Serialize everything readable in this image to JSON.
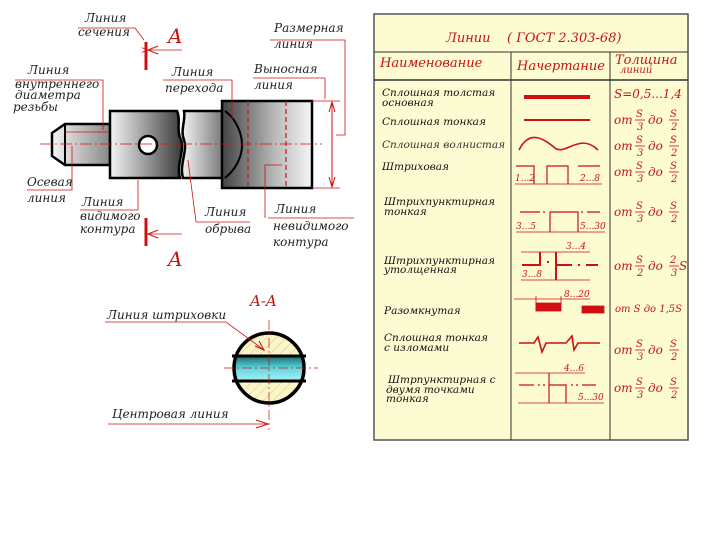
{
  "drawing": {
    "section_line": [
      "Линия",
      "сечения"
    ],
    "section_letter_top": "A",
    "section_letter_bottom": "A",
    "dimension_line": [
      "Размерная",
      "линия"
    ],
    "thread_line": [
      "Линия",
      "внутреннего",
      "диаметра",
      "резьбы"
    ],
    "transition_line": [
      "Линия",
      "перехода"
    ],
    "extension_line": [
      "Выносная",
      "линия"
    ],
    "axis_line": [
      "Осевая",
      "линия"
    ],
    "visible_contour": [
      "Линия",
      "видимого",
      "контура"
    ],
    "break_line": [
      "Линия",
      "обрыва"
    ],
    "hidden_contour": [
      "Линия",
      "невидимого",
      "контура"
    ],
    "section_title": "A-A",
    "hatch_line": "Линия штриховки",
    "center_line": "Центровая линия"
  },
  "table": {
    "title": "Линии    ( ГОСТ 2.303-68)",
    "headers": [
      "Наименование",
      "Начертание",
      [
        "Толщина",
        "линии"
      ]
    ],
    "rows": [
      {
        "name": [
          "Сплошная толстая",
          "основная"
        ],
        "thickness": {
          "text": "S=0,5...1,4"
        }
      },
      {
        "name": [
          "Сплошная тонкая"
        ],
        "thickness": {
          "a": "от",
          "n1": "S",
          "d1": "3",
          "b": "до",
          "n2": "S",
          "d2": "2"
        }
      },
      {
        "name": [
          "Сплошная волнистая"
        ],
        "thickness": {
          "a": "от",
          "n1": "S",
          "d1": "3",
          "b": "до",
          "n2": "S",
          "d2": "2"
        }
      },
      {
        "name": [
          "Штриховая"
        ],
        "dims": [
          "1...2",
          "2...8"
        ],
        "thickness": {
          "a": "от",
          "n1": "S",
          "d1": "3",
          "b": "до",
          "n2": "S",
          "d2": "2"
        }
      },
      {
        "name": [
          "Штрихпунктирная",
          "тонкая"
        ],
        "dims": [
          "3...5",
          "5...30"
        ],
        "thickness": {
          "a": "от",
          "n1": "S",
          "d1": "3",
          "b": "до",
          "n2": "S",
          "d2": "2"
        }
      },
      {
        "name": [
          "Штрихпунктирная",
          "утолщенная"
        ],
        "dims": [
          "3...4",
          "3...8"
        ],
        "thickness": {
          "a": "от",
          "n1": "S",
          "d1": "2",
          "b": "до",
          "n2": "2",
          "d2": "3",
          "suffix": "S"
        }
      },
      {
        "name": [
          "Разомкнутая"
        ],
        "dims": [
          "8...20"
        ],
        "thickness": {
          "text": "от S до 1,5S"
        }
      },
      {
        "name": [
          "Сплошная тонкая",
          "с изломами"
        ],
        "thickness": {
          "a": "от",
          "n1": "S",
          "d1": "3",
          "b": "до",
          "n2": "S",
          "d2": "2"
        }
      },
      {
        "name": [
          "Штрпунктирная с",
          "двумя точками",
          "тонкая"
        ],
        "dims": [
          "4...6",
          "5...30"
        ],
        "thickness": {
          "a": "от",
          "n1": "S",
          "d1": "3",
          "b": "до",
          "n2": "S",
          "d2": "2"
        }
      }
    ]
  },
  "colors": {
    "accent": "#d01010",
    "table_bg": "#fdfbd2",
    "cyan": "#5ed8e0"
  }
}
